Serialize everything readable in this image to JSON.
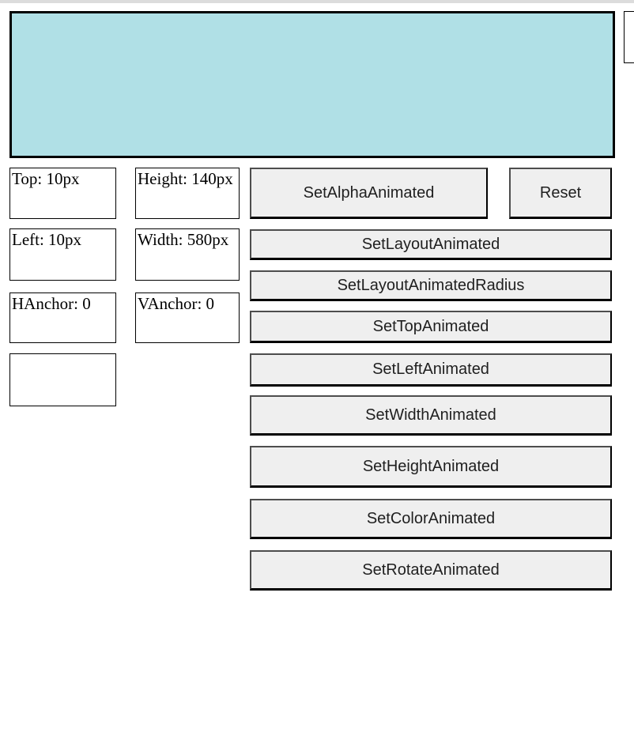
{
  "window": {
    "background": "#ffffff",
    "top_strip_color": "#dcdcdc"
  },
  "stage": {
    "rect_fill": "#b0e0e6",
    "rect_border": "#000000"
  },
  "info_boxes": {
    "top": {
      "label": "Top: 10px"
    },
    "height": {
      "label": "Height: 140px"
    },
    "left": {
      "label": "Left: 10px"
    },
    "width": {
      "label": "Width: 580px"
    },
    "hanchor": {
      "label": "HAnchor: 0"
    },
    "vanchor": {
      "label": "VAnchor: 0"
    },
    "empty": {
      "label": ""
    }
  },
  "buttons": {
    "set_alpha": {
      "label": "SetAlphaAnimated"
    },
    "reset": {
      "label": "Reset"
    },
    "set_layout": {
      "label": "SetLayoutAnimated"
    },
    "set_layout_radius": {
      "label": "SetLayoutAnimatedRadius"
    },
    "set_top": {
      "label": "SetTopAnimated"
    },
    "set_left": {
      "label": "SetLeftAnimated"
    },
    "set_width": {
      "label": "SetWidthAnimated"
    },
    "set_height": {
      "label": "SetHeightAnimated"
    },
    "set_color": {
      "label": "SetColorAnimated"
    },
    "set_rotate": {
      "label": "SetRotateAnimated"
    }
  }
}
